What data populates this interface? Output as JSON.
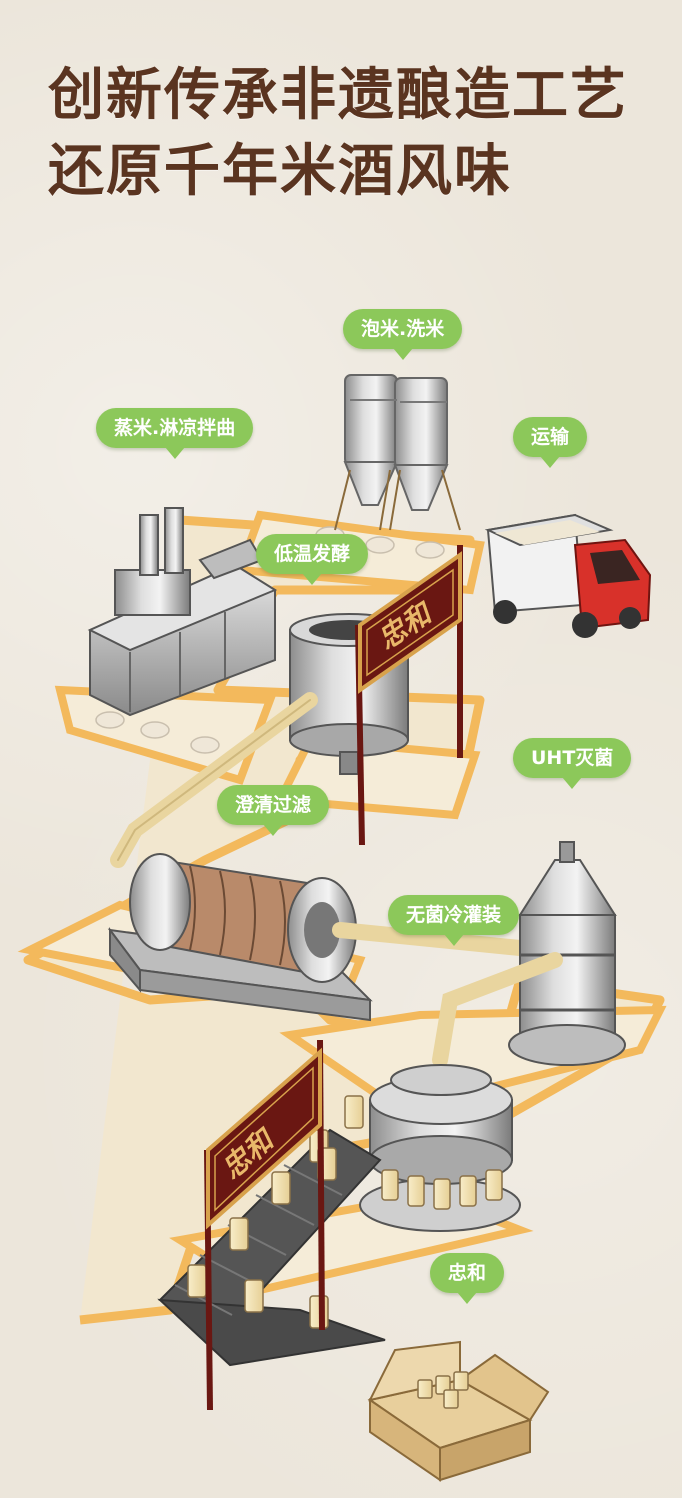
{
  "headline": {
    "line1": "创新传承非遗酿造工艺",
    "line2": "还原千年米酒风味"
  },
  "steps": [
    {
      "id": "soak",
      "label": "泡米.洗米"
    },
    {
      "id": "steam",
      "label": "蒸米.淋凉拌曲"
    },
    {
      "id": "transport",
      "label": "运输"
    },
    {
      "id": "ferment",
      "label": "低温发酵"
    },
    {
      "id": "uht",
      "label": "UHT灭菌"
    },
    {
      "id": "filter",
      "label": "澄清过滤"
    },
    {
      "id": "fill",
      "label": "无菌冷灌装"
    },
    {
      "id": "brand",
      "label": "忠和"
    }
  ],
  "banner": {
    "text": "忠和"
  },
  "colors": {
    "tag_green": "#8cc85a",
    "headline_brown": "#5a3420",
    "conveyor_orange": "#f3b95c",
    "banner_red": "#6a1712",
    "banner_gold": "#d8a24c"
  }
}
